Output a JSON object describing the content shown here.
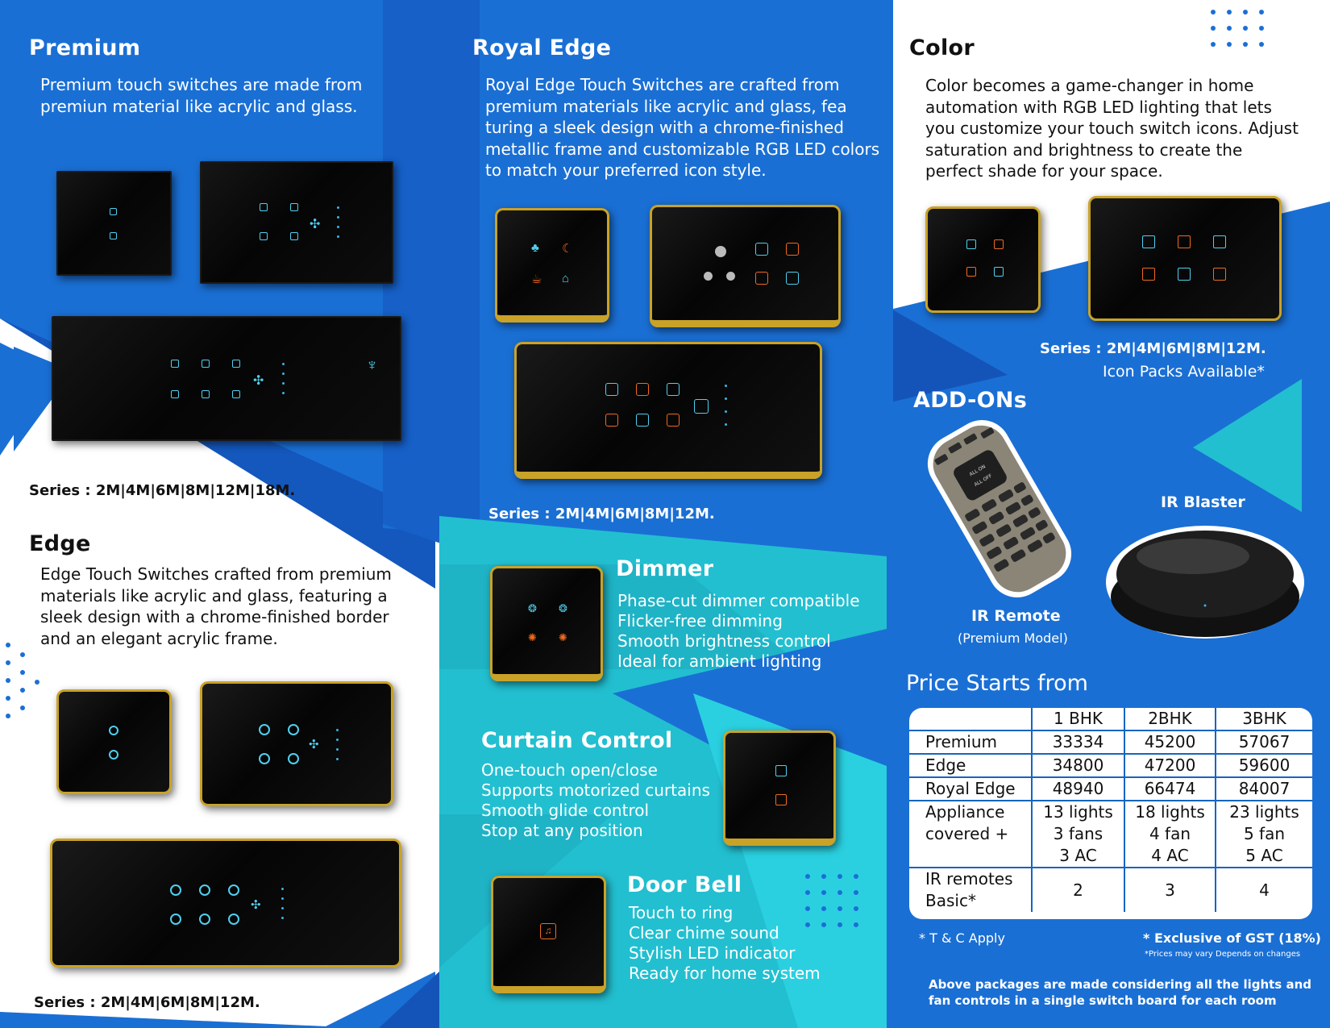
{
  "colors": {
    "blue": "#1a6fd4",
    "deep_blue": "#1454b8",
    "teal": "#22bfd0",
    "gold": "#c9a227",
    "icon_cyan": "#4fd0f0",
    "icon_orange": "#f06a1e"
  },
  "premium": {
    "title": "Premium",
    "text_lines": [
      "Premium touch switches are made from",
      "premiun material like acrylic and glass."
    ],
    "series": "Series : 2M|4M|6M|8M|12M|18M."
  },
  "edge": {
    "title": "Edge",
    "text_lines": [
      "Edge Touch Switches crafted from premium",
      "materials like acrylic and glass, featuring a",
      "sleek design with a chrome-finished border",
      "and an elegant acrylic frame."
    ],
    "series": "Series : 2M|4M|6M|8M|12M."
  },
  "royal_edge": {
    "title": "Royal Edge",
    "text_lines": [
      "Royal Edge Touch Switches are crafted from",
      "premium materials like acrylic and glass, fea",
      "turing a sleek design with a chrome-finished",
      "metallic frame and customizable RGB LED colors",
      "to match your preferred icon style."
    ],
    "series": "Series : 2M|4M|6M|8M|12M."
  },
  "dimmer": {
    "title": "Dimmer",
    "bullets": [
      "Phase-cut dimmer compatible",
      "Flicker-free dimming",
      "Smooth brightness control",
      "Ideal for ambient lighting"
    ]
  },
  "curtain": {
    "title": "Curtain Control",
    "bullets": [
      "One-touch open/close",
      "Supports motorized curtains",
      "Smooth glide control",
      "Stop at any position"
    ]
  },
  "doorbell": {
    "title": "Door Bell",
    "bullets": [
      "Touch to ring",
      "Clear chime sound",
      "Stylish LED indicator",
      "Ready for home system"
    ]
  },
  "color": {
    "title": "Color",
    "text_lines": [
      "Color becomes a game-changer in home",
      "automation with RGB LED lighting that lets",
      "you customize your touch switch icons. Adjust",
      "saturation and brightness to create the",
      "perfect shade for your space."
    ],
    "series": "Series : 2M|4M|6M|8M|12M.",
    "icon_packs": "Icon Packs Available*"
  },
  "addons": {
    "title": "ADD-ONs",
    "ir_blaster": "IR Blaster",
    "ir_remote": "IR Remote",
    "ir_remote_sub": "(Premium Model)",
    "remote_keys": [
      "ALL ON",
      "ALL OFF"
    ]
  },
  "pricing": {
    "title": "Price Starts from",
    "columns": [
      "",
      "1 BHK",
      "2BHK",
      "3BHK"
    ],
    "rows": [
      {
        "label": "Premium",
        "values": [
          "33334",
          "45200",
          "57067"
        ]
      },
      {
        "label": "Edge",
        "values": [
          "34800",
          "47200",
          "59600"
        ]
      },
      {
        "label": "Royal Edge",
        "values": [
          "48940",
          "66474",
          "84007"
        ]
      }
    ],
    "appliance": {
      "label_lines": [
        "Appliance",
        "covered +"
      ],
      "values": [
        [
          "13 lights",
          "3 fans",
          "3 AC"
        ],
        [
          "18 lights",
          "4 fan",
          "4 AC"
        ],
        [
          "23 lights",
          "5 fan",
          "5 AC"
        ]
      ]
    },
    "ir": {
      "label_lines": [
        "IR remotes",
        "Basic*"
      ],
      "values": [
        "2",
        "3",
        "4"
      ]
    },
    "tc": "* T & C Apply",
    "gst": "* Exclusive of GST (18%)",
    "prices_note": "*Prices may vary Depends on changes",
    "footer_lines": [
      "Above packages are made considering all the lights and",
      "fan controls in a single switch board for each room"
    ]
  }
}
